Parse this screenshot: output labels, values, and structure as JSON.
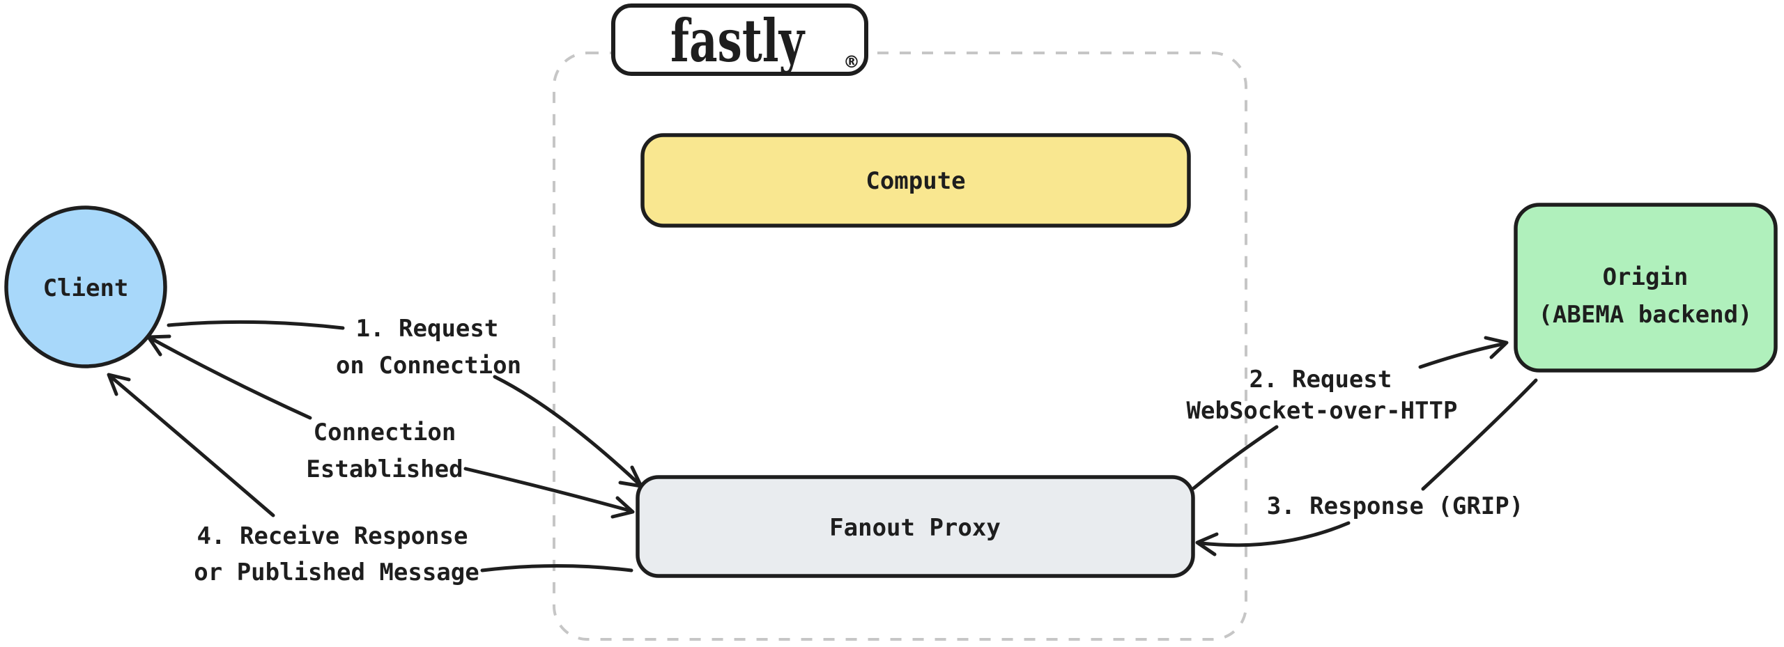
{
  "badge": {
    "brand": "fastly",
    "registered": "®",
    "brand_color": "#ee2b2b"
  },
  "nodes": {
    "client": {
      "label": "Client",
      "fill": "#a8d8fa"
    },
    "compute": {
      "label": "Compute",
      "fill": "#f9e790"
    },
    "fanout": {
      "label": "Fanout Proxy",
      "fill": "#e9ecef"
    },
    "origin": {
      "line1": "Origin",
      "line2": "(ABEMA backend)",
      "fill": "#b0f0bc"
    }
  },
  "edges": {
    "request_on_connection": {
      "line1": "1. Request",
      "line2": "on Connection",
      "from": "Client",
      "to": "Fanout Proxy"
    },
    "connection_established": {
      "line1": "Connection",
      "line2": "Established",
      "from": "Fanout Proxy",
      "to": "Client"
    },
    "receive_response": {
      "line1": "4. Receive Response",
      "line2": "or Published Message",
      "from": "Fanout Proxy",
      "to": "Client"
    },
    "request_websocket": {
      "line1": "2. Request",
      "line2": "WebSocket-over-HTTP",
      "from": "Fanout Proxy",
      "to": "Origin"
    },
    "response_grip": {
      "line1": "3. Response (GRIP)",
      "from": "Origin",
      "to": "Fanout Proxy"
    }
  },
  "colors": {
    "stroke": "#1e1e1e",
    "boundary_dash": "#c6c6c6",
    "background": "#ffffff"
  }
}
